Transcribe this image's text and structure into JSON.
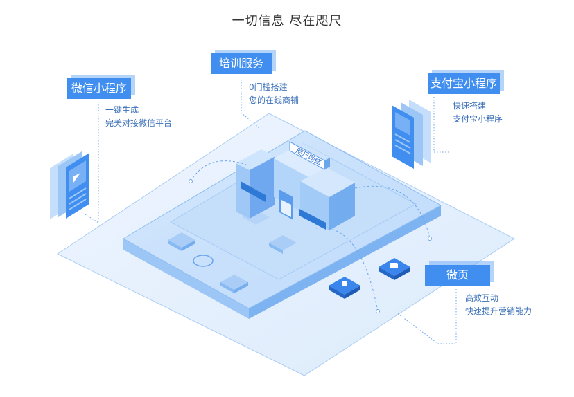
{
  "header": {
    "title": "一切信息 尽在咫尺"
  },
  "store": {
    "sign": "咫尺网络"
  },
  "features": {
    "wechat": {
      "label": "微信小程序",
      "lines": [
        "一键生成",
        "完美对接微信平台"
      ]
    },
    "training": {
      "label": "培训服务",
      "lines": [
        "0门槛搭建",
        "您的在线商铺"
      ]
    },
    "alipay": {
      "label": "支付宝小程序",
      "lines": [
        "快速搭建",
        "支付宝小程序"
      ]
    },
    "microsite": {
      "label": "微页",
      "lines": [
        "高效互动",
        "快速提升营销能力"
      ]
    }
  },
  "colors": {
    "accent": "#3f8ef0",
    "accent_light": "#78b0f5",
    "platform": "#e3effd",
    "line": "#7fb2ea"
  }
}
